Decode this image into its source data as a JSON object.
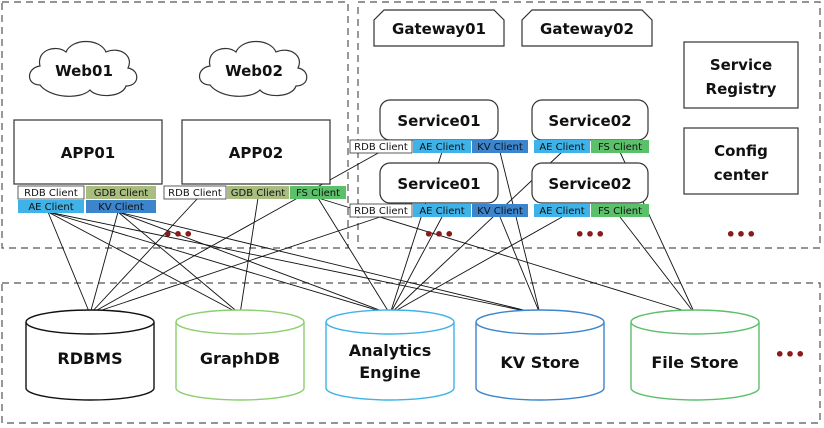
{
  "apps": {
    "web01": "Web01",
    "web02": "Web02",
    "app01": "APP01",
    "app02": "APP02",
    "more": "•••"
  },
  "gateways": {
    "gateway01": "Gateway01",
    "gateway02": "Gateway02"
  },
  "services": {
    "service01": "Service01",
    "service02": "Service02",
    "registry_line1": "Service",
    "registry_line2": "Registry",
    "config_line1": "Config",
    "config_line2": "center",
    "more": "•••"
  },
  "clients": {
    "rdb": "RDB Client",
    "gdb": "GDB Client",
    "ae": "AE Client",
    "kv": "KV Client",
    "fs": "FS Client"
  },
  "stores": {
    "rdbms": "RDBMS",
    "graphdb": "GraphDB",
    "analytics_line1": "Analytics",
    "analytics_line2": "Engine",
    "kv": "KV Store",
    "file": "File Store",
    "more": "•••"
  },
  "colors": {
    "rdb_client": "#ffffff",
    "gdb_client": "#a9bd80",
    "ae_client": "#3fb2e8",
    "kv_client": "#3c84cc",
    "fs_client": "#5cbf6a",
    "graphdb_stroke": "#8ccf6e",
    "analytics_stroke": "#3fb2e8",
    "kv_stroke": "#3c84cc",
    "file_stroke": "#5cbf6a",
    "more_dots": "#8b1a1a"
  }
}
